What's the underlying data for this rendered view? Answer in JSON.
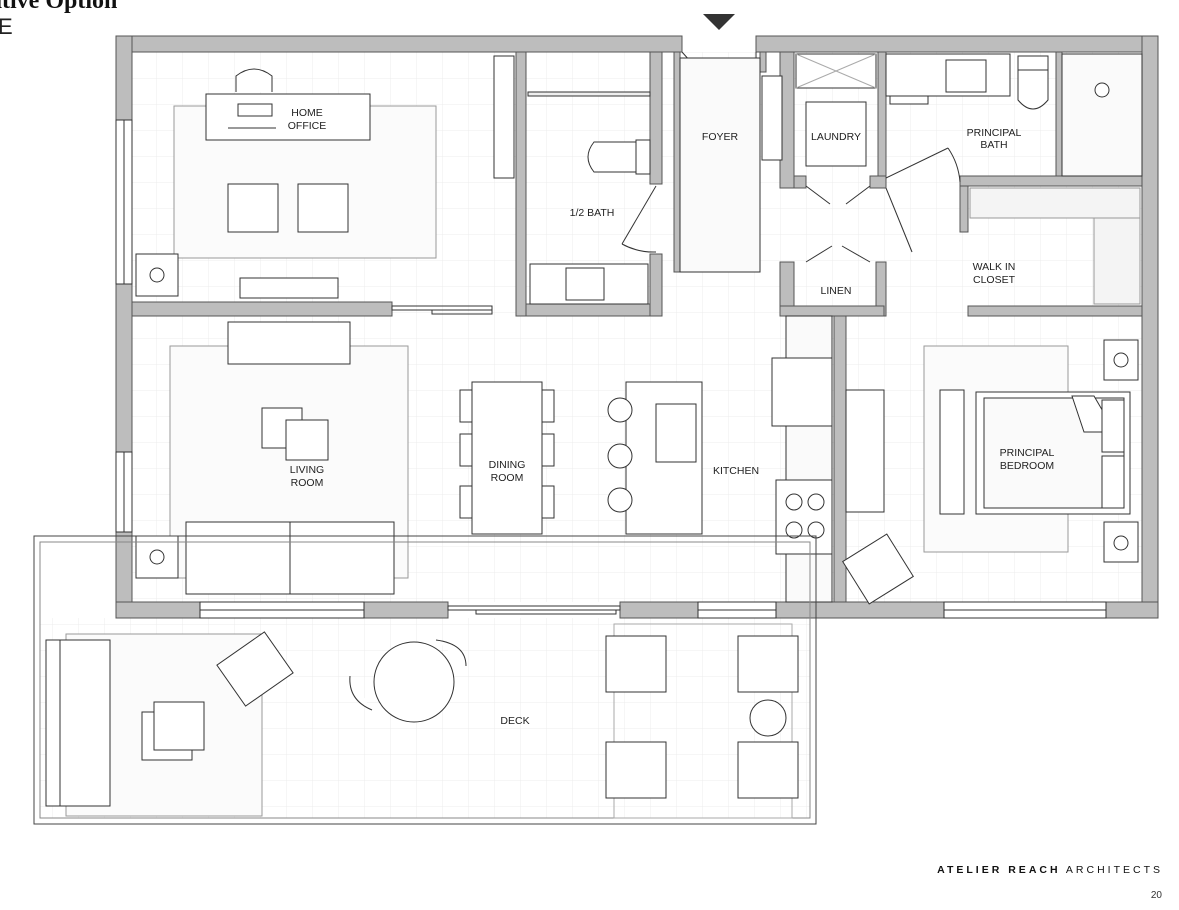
{
  "header": {
    "title_fragment": "ative Option",
    "subtitle": "E"
  },
  "rooms": {
    "home_office": [
      "HOME",
      "OFFICE"
    ],
    "half_bath": "1/2 BATH",
    "foyer": "FOYER",
    "laundry": "LAUNDRY",
    "principal_bath": [
      "PRINCIPAL",
      "BATH"
    ],
    "walk_in_closet": [
      "WALK IN",
      "CLOSET"
    ],
    "linen": "LINEN",
    "living_room": [
      "LIVING",
      "ROOM"
    ],
    "dining_room": [
      "DINING",
      "ROOM"
    ],
    "kitchen": "KITCHEN",
    "principal_bedroom": [
      "PRINCIPAL",
      "BEDROOM"
    ],
    "deck": "DECK"
  },
  "footer": {
    "firm_bold": "ATELIER REACH",
    "firm_rest": "ARCHITECTS",
    "page_number": "20"
  },
  "colors": {
    "wall": "#bdbdbd",
    "line": "#222222",
    "grid": "#ececec"
  },
  "icons": [
    "entry-arrow-icon",
    "outlet-icon"
  ]
}
